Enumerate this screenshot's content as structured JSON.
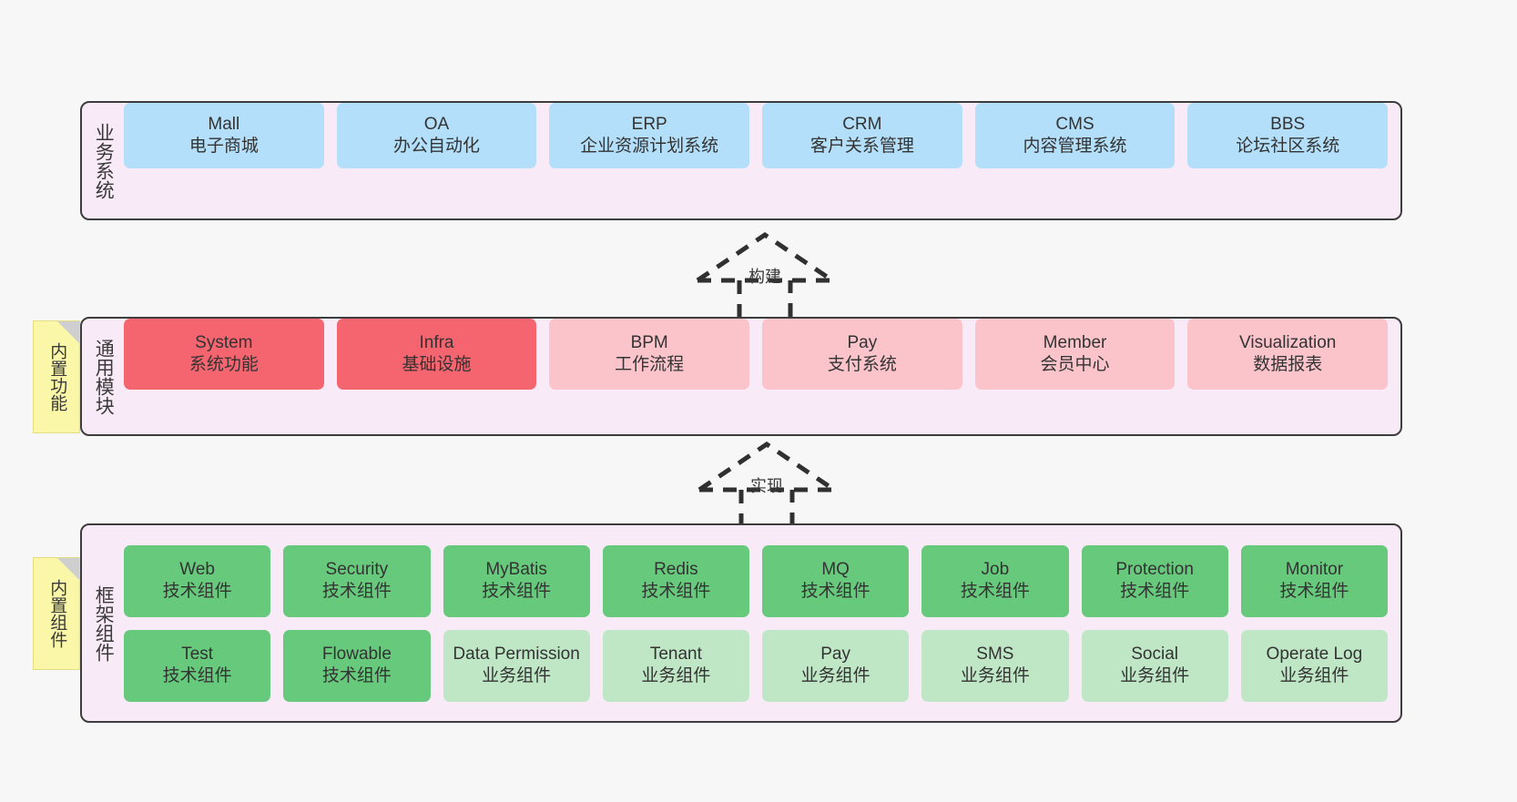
{
  "diagram": {
    "background": "#f7f7f7",
    "container_fill": "#f8eaf6",
    "container_border": "#3d3d3d",
    "sticky_fill": "#fbf7a8"
  },
  "layers": [
    {
      "id": "business",
      "title": "业务系统",
      "rows": [
        {
          "cells": [
            {
              "name": "Mall",
              "desc": "电子商城",
              "fill": "#b3dffb"
            },
            {
              "name": "OA",
              "desc": "办公自动化",
              "fill": "#b3dffb"
            },
            {
              "name": "ERP",
              "desc": "企业资源计划系统",
              "fill": "#b3dffb"
            },
            {
              "name": "CRM",
              "desc": "客户关系管理",
              "fill": "#b3dffb"
            },
            {
              "name": "CMS",
              "desc": "内容管理系统",
              "fill": "#b3dffb"
            },
            {
              "name": "BBS",
              "desc": "论坛社区系统",
              "fill": "#b3dffb"
            }
          ]
        }
      ]
    },
    {
      "id": "common",
      "title": "通用模块",
      "sticky": "内置功能",
      "rows": [
        {
          "cells": [
            {
              "name": "System",
              "desc": "系统功能",
              "fill": "#f4656f"
            },
            {
              "name": "Infra",
              "desc": "基础设施",
              "fill": "#f4656f"
            },
            {
              "name": "BPM",
              "desc": "工作流程",
              "fill": "#fbc4cb"
            },
            {
              "name": "Pay",
              "desc": "支付系统",
              "fill": "#fbc4cb"
            },
            {
              "name": "Member",
              "desc": "会员中心",
              "fill": "#fbc4cb"
            },
            {
              "name": "Visualization",
              "desc": "数据报表",
              "fill": "#fbc4cb"
            }
          ]
        }
      ]
    },
    {
      "id": "framework",
      "title": "框架组件",
      "sticky": "内置组件",
      "rows": [
        {
          "cells": [
            {
              "name": "Web",
              "desc": "技术组件",
              "fill": "#67c97c"
            },
            {
              "name": "Security",
              "desc": "技术组件",
              "fill": "#67c97c"
            },
            {
              "name": "MyBatis",
              "desc": "技术组件",
              "fill": "#67c97c"
            },
            {
              "name": "Redis",
              "desc": "技术组件",
              "fill": "#67c97c"
            },
            {
              "name": "MQ",
              "desc": "技术组件",
              "fill": "#67c97c"
            },
            {
              "name": "Job",
              "desc": "技术组件",
              "fill": "#67c97c"
            },
            {
              "name": "Protection",
              "desc": "技术组件",
              "fill": "#67c97c"
            },
            {
              "name": "Monitor",
              "desc": "技术组件",
              "fill": "#67c97c"
            }
          ]
        },
        {
          "cells": [
            {
              "name": "Test",
              "desc": "技术组件",
              "fill": "#67c97c"
            },
            {
              "name": "Flowable",
              "desc": "技术组件",
              "fill": "#67c97c"
            },
            {
              "name": "Data Permission",
              "desc": "业务组件",
              "fill": "#bfe7c6"
            },
            {
              "name": "Tenant",
              "desc": "业务组件",
              "fill": "#bfe7c6"
            },
            {
              "name": "Pay",
              "desc": "业务组件",
              "fill": "#bfe7c6"
            },
            {
              "name": "SMS",
              "desc": "业务组件",
              "fill": "#bfe7c6"
            },
            {
              "name": "Social",
              "desc": "业务组件",
              "fill": "#bfe7c6"
            },
            {
              "name": "Operate Log",
              "desc": "业务组件",
              "fill": "#bfe7c6"
            }
          ]
        }
      ]
    }
  ],
  "arrows": [
    {
      "id": "build",
      "label": "构建",
      "style": "dashed-hollow-triangle",
      "direction": "up"
    },
    {
      "id": "impl",
      "label": "实现",
      "style": "dashed-hollow-triangle",
      "direction": "up"
    }
  ]
}
